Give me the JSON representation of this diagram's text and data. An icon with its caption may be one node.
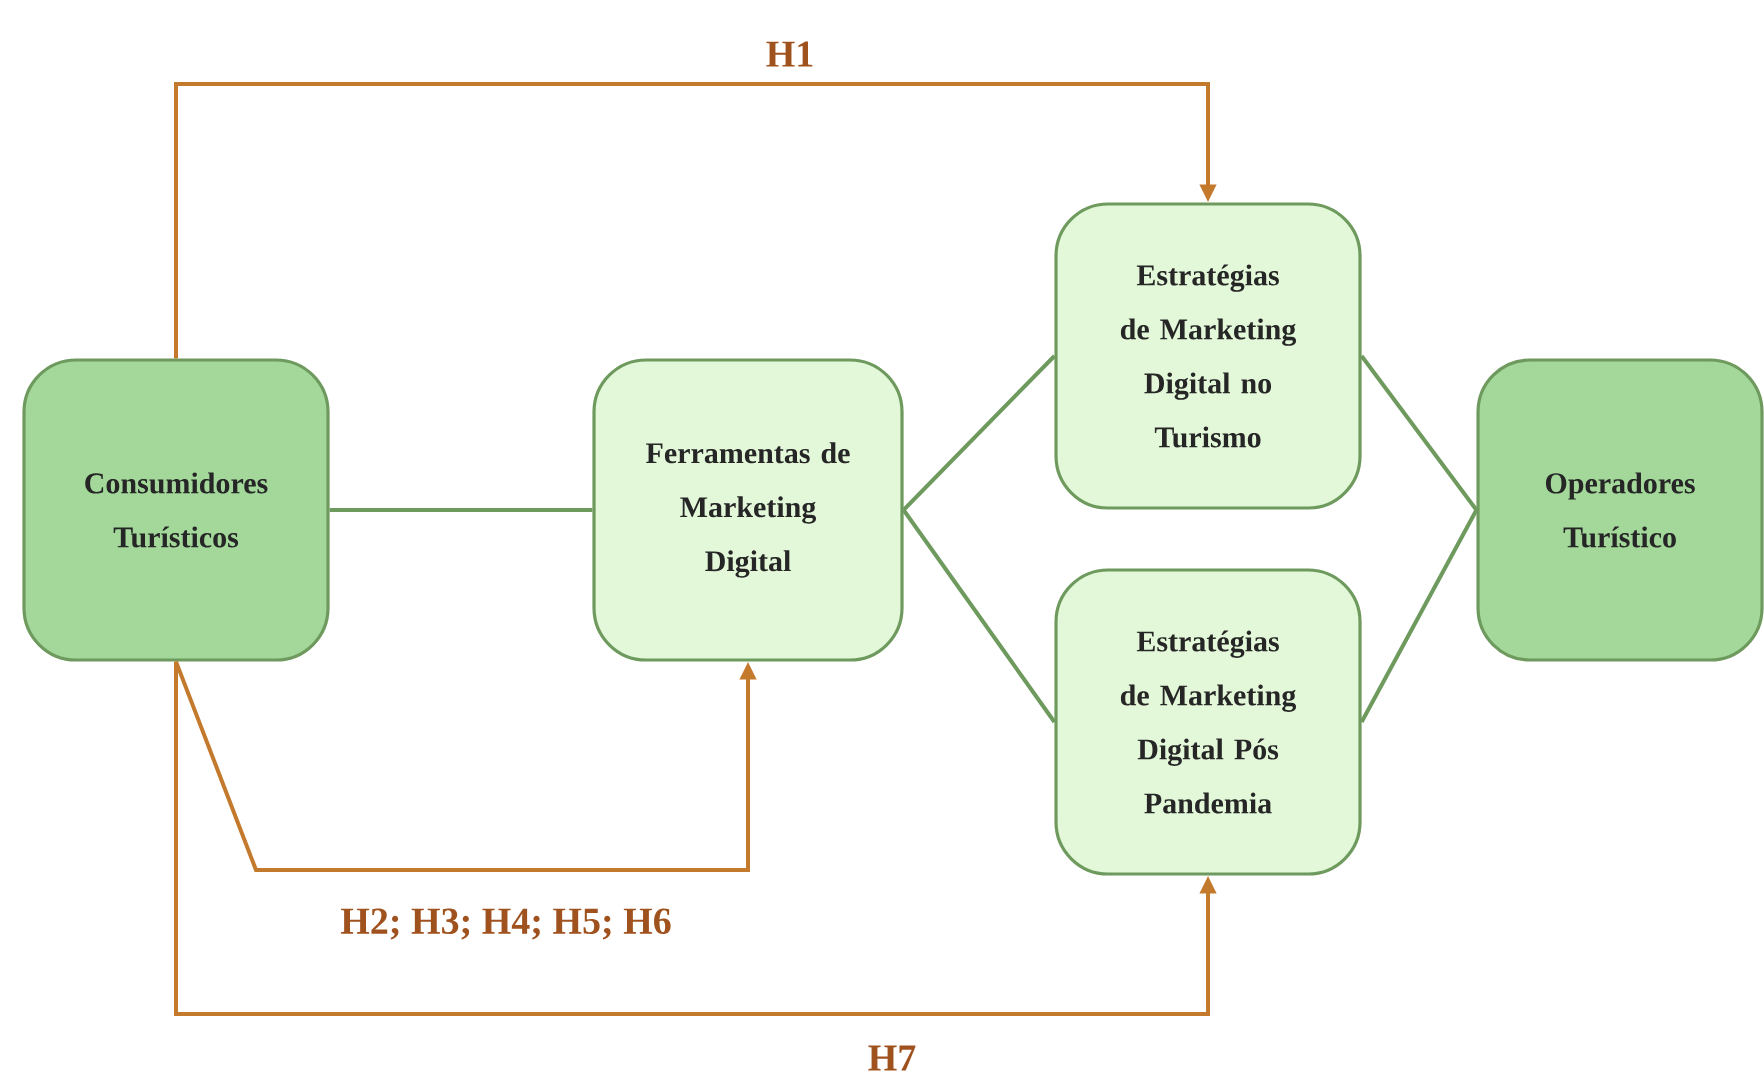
{
  "diagram": {
    "nodes": [
      {
        "text": [
          "Consumidores Turísticos"
        ]
      },
      {
        "text": [
          "Ferramentas de Marketing Digital"
        ]
      },
      {
        "text": [
          "Estratégias de Marketing Digital no Turismo"
        ]
      },
      {
        "text": [
          "Estratégias de Marketing Digital Pós Pandemia"
        ]
      },
      {
        "text": [
          "Operadores Turístico"
        ]
      }
    ],
    "edges": [
      {
        "from": 0,
        "to": 1,
        "arrow": "none"
      },
      {
        "from": 1,
        "to": 2,
        "arrow": "none"
      },
      {
        "from": 1,
        "to": 3,
        "arrow": "none"
      },
      {
        "from": 2,
        "to": 4,
        "arrow": "none"
      },
      {
        "from": 3,
        "to": 4,
        "arrow": "none"
      },
      {
        "from": 0,
        "to": 2,
        "arrow": "to",
        "label": "H1",
        "color": "#c47a2c"
      },
      {
        "from": 0,
        "to": 1,
        "arrow": "to",
        "label": "H2; H3; H4; H5; H6",
        "color": "#c47a2c"
      },
      {
        "from": 0,
        "to": 3,
        "arrow": "to",
        "label": "H7",
        "color": "#c47a2c"
      }
    ]
  }
}
